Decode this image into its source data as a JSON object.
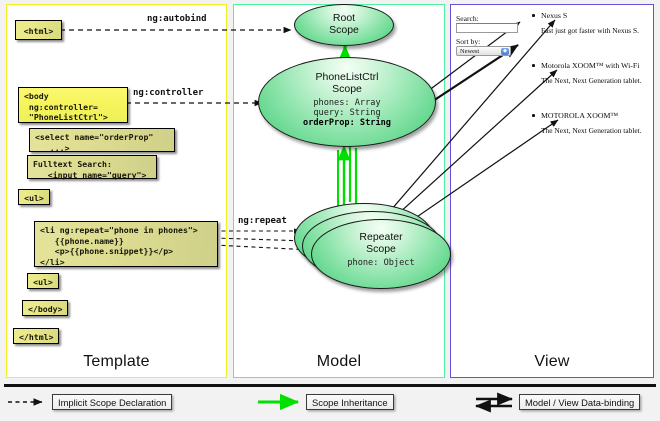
{
  "columns": {
    "template": {
      "title": "Template",
      "border_color": "#f2ef22"
    },
    "model": {
      "title": "Model",
      "border_color": "#4ef2a0"
    },
    "view": {
      "title": "View",
      "border_color": "#6a4ee0"
    }
  },
  "template_boxes": [
    {
      "id": "html-open",
      "text": "<html>"
    },
    {
      "id": "body-open",
      "text": "<body\n ng:controller=\n \"PhoneListCtrl\">"
    },
    {
      "id": "select-tag",
      "text": "<select name=\"orderProp\"\n   ...>"
    },
    {
      "id": "fulltext",
      "text": "Fulltext Search:\n   <input name=\"query\">"
    },
    {
      "id": "ul-open",
      "text": "<ul>"
    },
    {
      "id": "li-repeat",
      "text": "<li ng:repeat=\"phone in phones\">\n   {{phone.name}}\n   <p>{{phone.snippet}}</p>\n</li>"
    },
    {
      "id": "ul-close",
      "text": "<ul>"
    },
    {
      "id": "body-close",
      "text": "</body>"
    },
    {
      "id": "html-close",
      "text": "</html>"
    }
  ],
  "scopes": [
    {
      "id": "root-scope",
      "title_line1": "Root",
      "title_line2": "Scope",
      "props": []
    },
    {
      "id": "phonelistctrl-scope",
      "title_line1": "PhoneListCtrl",
      "title_line2": "Scope",
      "props": [
        {
          "text": "phones: Array",
          "bold": false
        },
        {
          "text": "query: String",
          "bold": false
        },
        {
          "text": "orderProp: String",
          "bold": true
        }
      ]
    },
    {
      "id": "repeater-scope",
      "title_line1": "Repeater",
      "title_line2": "Scope",
      "props": [
        {
          "text": "phone: Object",
          "bold": false
        }
      ]
    }
  ],
  "edge_labels": [
    {
      "id": "ng-autobind",
      "text": "ng:autobind"
    },
    {
      "id": "ng-controller",
      "text": "ng:controller"
    },
    {
      "id": "ng-repeat",
      "text": "ng:repeat"
    }
  ],
  "view": {
    "search_label": "Search:",
    "search_value": "",
    "search_placeholder": "",
    "sort_label": "Sort by:",
    "sort_selected": "Newest",
    "sort_options": [
      "Newest"
    ],
    "phones": [
      {
        "name": "Nexus S",
        "snippet": "Fast just got faster with Nexus S."
      },
      {
        "name": "Motorola XOOM™ with Wi-Fi",
        "snippet": "The Next, Next Generation tablet."
      },
      {
        "name": "MOTOROLA XOOM™",
        "snippet": "The Next, Next Generation tablet."
      }
    ]
  },
  "legend": [
    {
      "id": "implicit-scope-declaration",
      "label": "Implicit Scope Declaration",
      "style": "dashed-black"
    },
    {
      "id": "scope-inheritance",
      "label": "Scope Inheritance",
      "style": "solid-green"
    },
    {
      "id": "model-view-data-binding",
      "label": "Model / View Data-binding",
      "style": "double-black"
    }
  ],
  "colors": {
    "scope_green": "#68d991",
    "inherit_green": "#00e000",
    "code_yellow": "#f7f45c",
    "template_border": "#f2ef22",
    "model_border": "#4ef2a0",
    "view_border": "#6a4ee0"
  }
}
